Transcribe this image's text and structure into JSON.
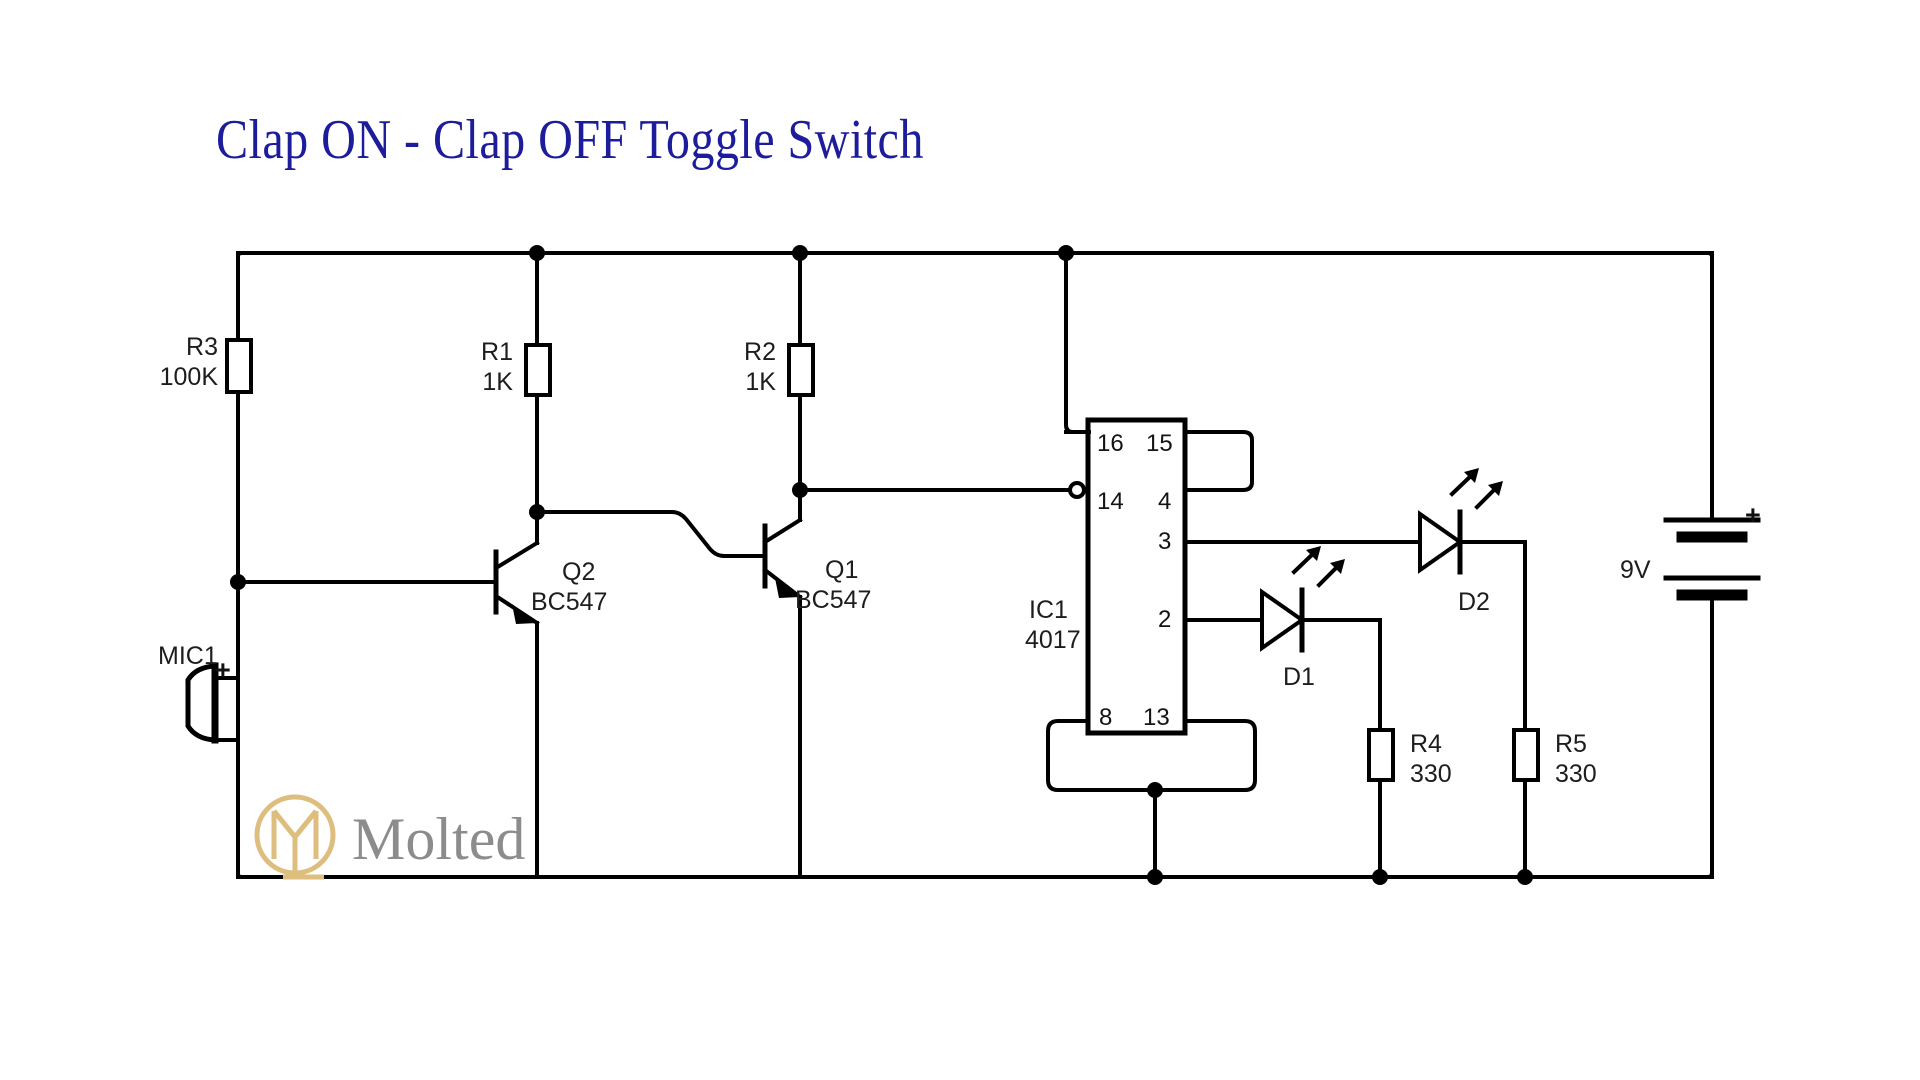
{
  "title": "Clap ON - Clap OFF Toggle Switch",
  "title_color": "#1d1d9c",
  "background": "#ffffff",
  "wire_color": "#000000",
  "watermark": {
    "name": "Molted",
    "logo_icon": "molted-monogram-logo",
    "logo_color": "#ddbe7e",
    "text_color": "#8c8c8c"
  },
  "components": {
    "r3": {
      "ref": "R3",
      "value": "100K",
      "type": "resistor"
    },
    "r1": {
      "ref": "R1",
      "value": "1K",
      "type": "resistor"
    },
    "r2": {
      "ref": "R2",
      "value": "1K",
      "type": "resistor"
    },
    "r4": {
      "ref": "R4",
      "value": "330",
      "type": "resistor"
    },
    "r5": {
      "ref": "R5",
      "value": "330",
      "type": "resistor"
    },
    "mic1": {
      "ref": "MIC1",
      "polarity": "+",
      "type": "microphone"
    },
    "q2": {
      "ref": "Q2",
      "value": "BC547",
      "type": "npn-transistor"
    },
    "q1": {
      "ref": "Q1",
      "value": "BC547",
      "type": "npn-transistor"
    },
    "ic1": {
      "ref": "IC1",
      "value": "4017",
      "type": "integrated-circuit",
      "pins_left": [
        "16",
        "14",
        "8"
      ],
      "pins_right": [
        "15",
        "4",
        "3",
        "2",
        "13"
      ]
    },
    "d1": {
      "ref": "D1",
      "type": "led"
    },
    "d2": {
      "ref": "D2",
      "type": "led"
    },
    "bat1": {
      "value": "9V",
      "polarity": "+",
      "type": "battery"
    }
  }
}
